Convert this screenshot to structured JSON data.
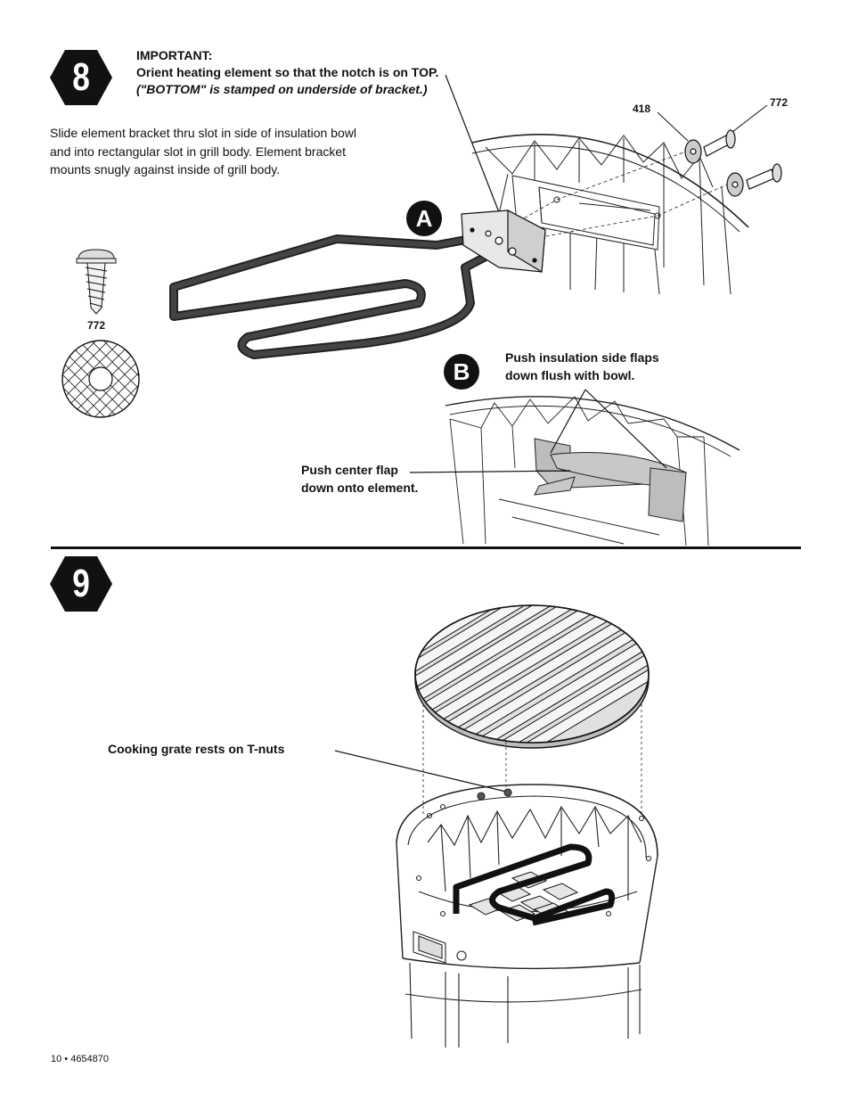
{
  "step8": {
    "number": "8",
    "important_title": "IMPORTANT:",
    "important_line": "Orient heating element so that the notch is on TOP.",
    "important_note": "(\"BOTTOM\" is stamped on underside of bracket.)",
    "instruction_lines": [
      "Slide element bracket thru slot in side of insulation bowl",
      "and into rectangular slot in grill body. Element bracket",
      "mounts snugly against inside of grill body."
    ],
    "detail_a": "A",
    "detail_b": "B",
    "part_418": "418",
    "part_772_top": "772",
    "part_772_left": "772",
    "side_flaps_lines": [
      "Push insulation side flaps",
      "down flush with bowl."
    ],
    "center_flap_lines": [
      "Push center flap",
      "down onto element."
    ]
  },
  "step9": {
    "number": "9",
    "grate_callout": "Cooking grate rests on T-nuts"
  },
  "footer": {
    "page": "10 • 4654870"
  }
}
